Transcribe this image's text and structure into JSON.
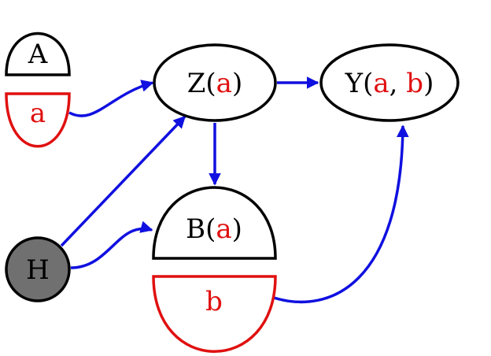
{
  "nodes": {
    "A": {
      "text": "A"
    },
    "a": {
      "text": "a"
    },
    "Z": {
      "name": "Z",
      "open": "(",
      "arg": "a",
      "close": ")"
    },
    "Y": {
      "name": "Y",
      "open": "(",
      "arg1": "a",
      "sep": ", ",
      "arg2": "b",
      "close": ")"
    },
    "B": {
      "name": "B",
      "open": "(",
      "arg": "a",
      "close": ")"
    },
    "b": {
      "text": "b"
    },
    "H": {
      "text": "H"
    }
  },
  "colors": {
    "edge": "#1010e0",
    "intervention": "#e01010",
    "hidden_node": "#707070",
    "node_stroke": "#000000"
  }
}
